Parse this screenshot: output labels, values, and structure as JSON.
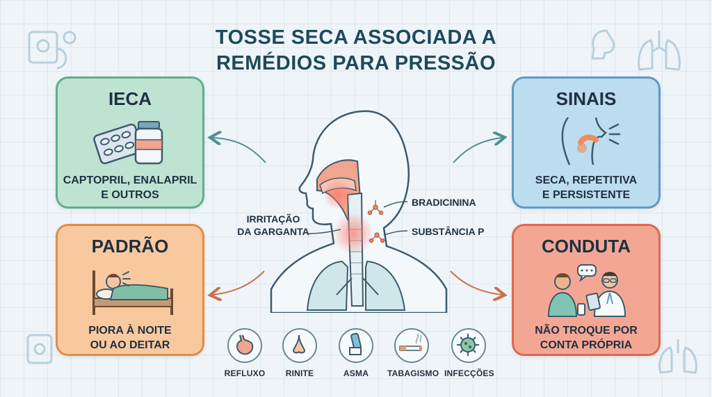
{
  "title": {
    "line1": "TOSSE SECA ASSOCIADA A",
    "line2": "REMÉDIOS PARA PRESSÃO"
  },
  "cards": {
    "ieca": {
      "heading": "IECA",
      "line1": "CAPTOPRIL, ENALAPRIL",
      "line2": "E OUTROS",
      "color": "#bfe3d3"
    },
    "sinais": {
      "heading": "SINAIS",
      "line1": "SECA, REPETITIVA",
      "line2": "E PERSISTENTE",
      "color": "#bcdcef"
    },
    "padrao": {
      "heading": "PADRÃO",
      "line1": "PIORA À NOITE",
      "line2": "OU AO DEITAR",
      "color": "#f8c99f"
    },
    "conduta": {
      "heading": "CONDUTA",
      "line1": "NÃO TROQUE POR",
      "line2": "CONTA PRÓPRIA",
      "color": "#f4a694"
    }
  },
  "center": {
    "irritation_line1": "IRRITAÇÃO",
    "irritation_line2": "DA GARGANTA",
    "bradykinin": "BRADICININA",
    "substance_p": "SUBSTÂNCIA P"
  },
  "causes": [
    {
      "label": "REFLUXO",
      "icon": "stomach-icon"
    },
    {
      "label": "RINITE",
      "icon": "nose-icon"
    },
    {
      "label": "ASMA",
      "icon": "inhaler-icon"
    },
    {
      "label": "TABAGISMO",
      "icon": "cigarette-icon"
    },
    {
      "label": "INFECÇÕES",
      "icon": "virus-icon"
    }
  ]
}
